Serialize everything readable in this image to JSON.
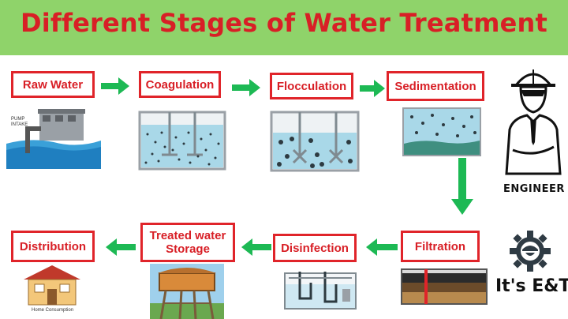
{
  "title": "Different Stages of Water Treatment",
  "stages": {
    "raw_water": "Raw Water",
    "coagulation": "Coagulation",
    "flocculation": "Flocculation",
    "sedimentation": "Sedimentation",
    "filtration": "Filtration",
    "disinfection": "Disinfection",
    "treated_water_storage": "Treated water Storage",
    "distribution": "Distribution"
  },
  "labels": {
    "pump_intake": "PUMP INTAKE",
    "home_consumption": "Home Consumption",
    "engineer": "ENGINEER",
    "brand": "It's E&T"
  },
  "colors": {
    "banner": "#8fd36a",
    "title": "#d81f26",
    "box_border": "#e0242a",
    "arrow": "#1db954",
    "water": "#a9d8e8"
  }
}
